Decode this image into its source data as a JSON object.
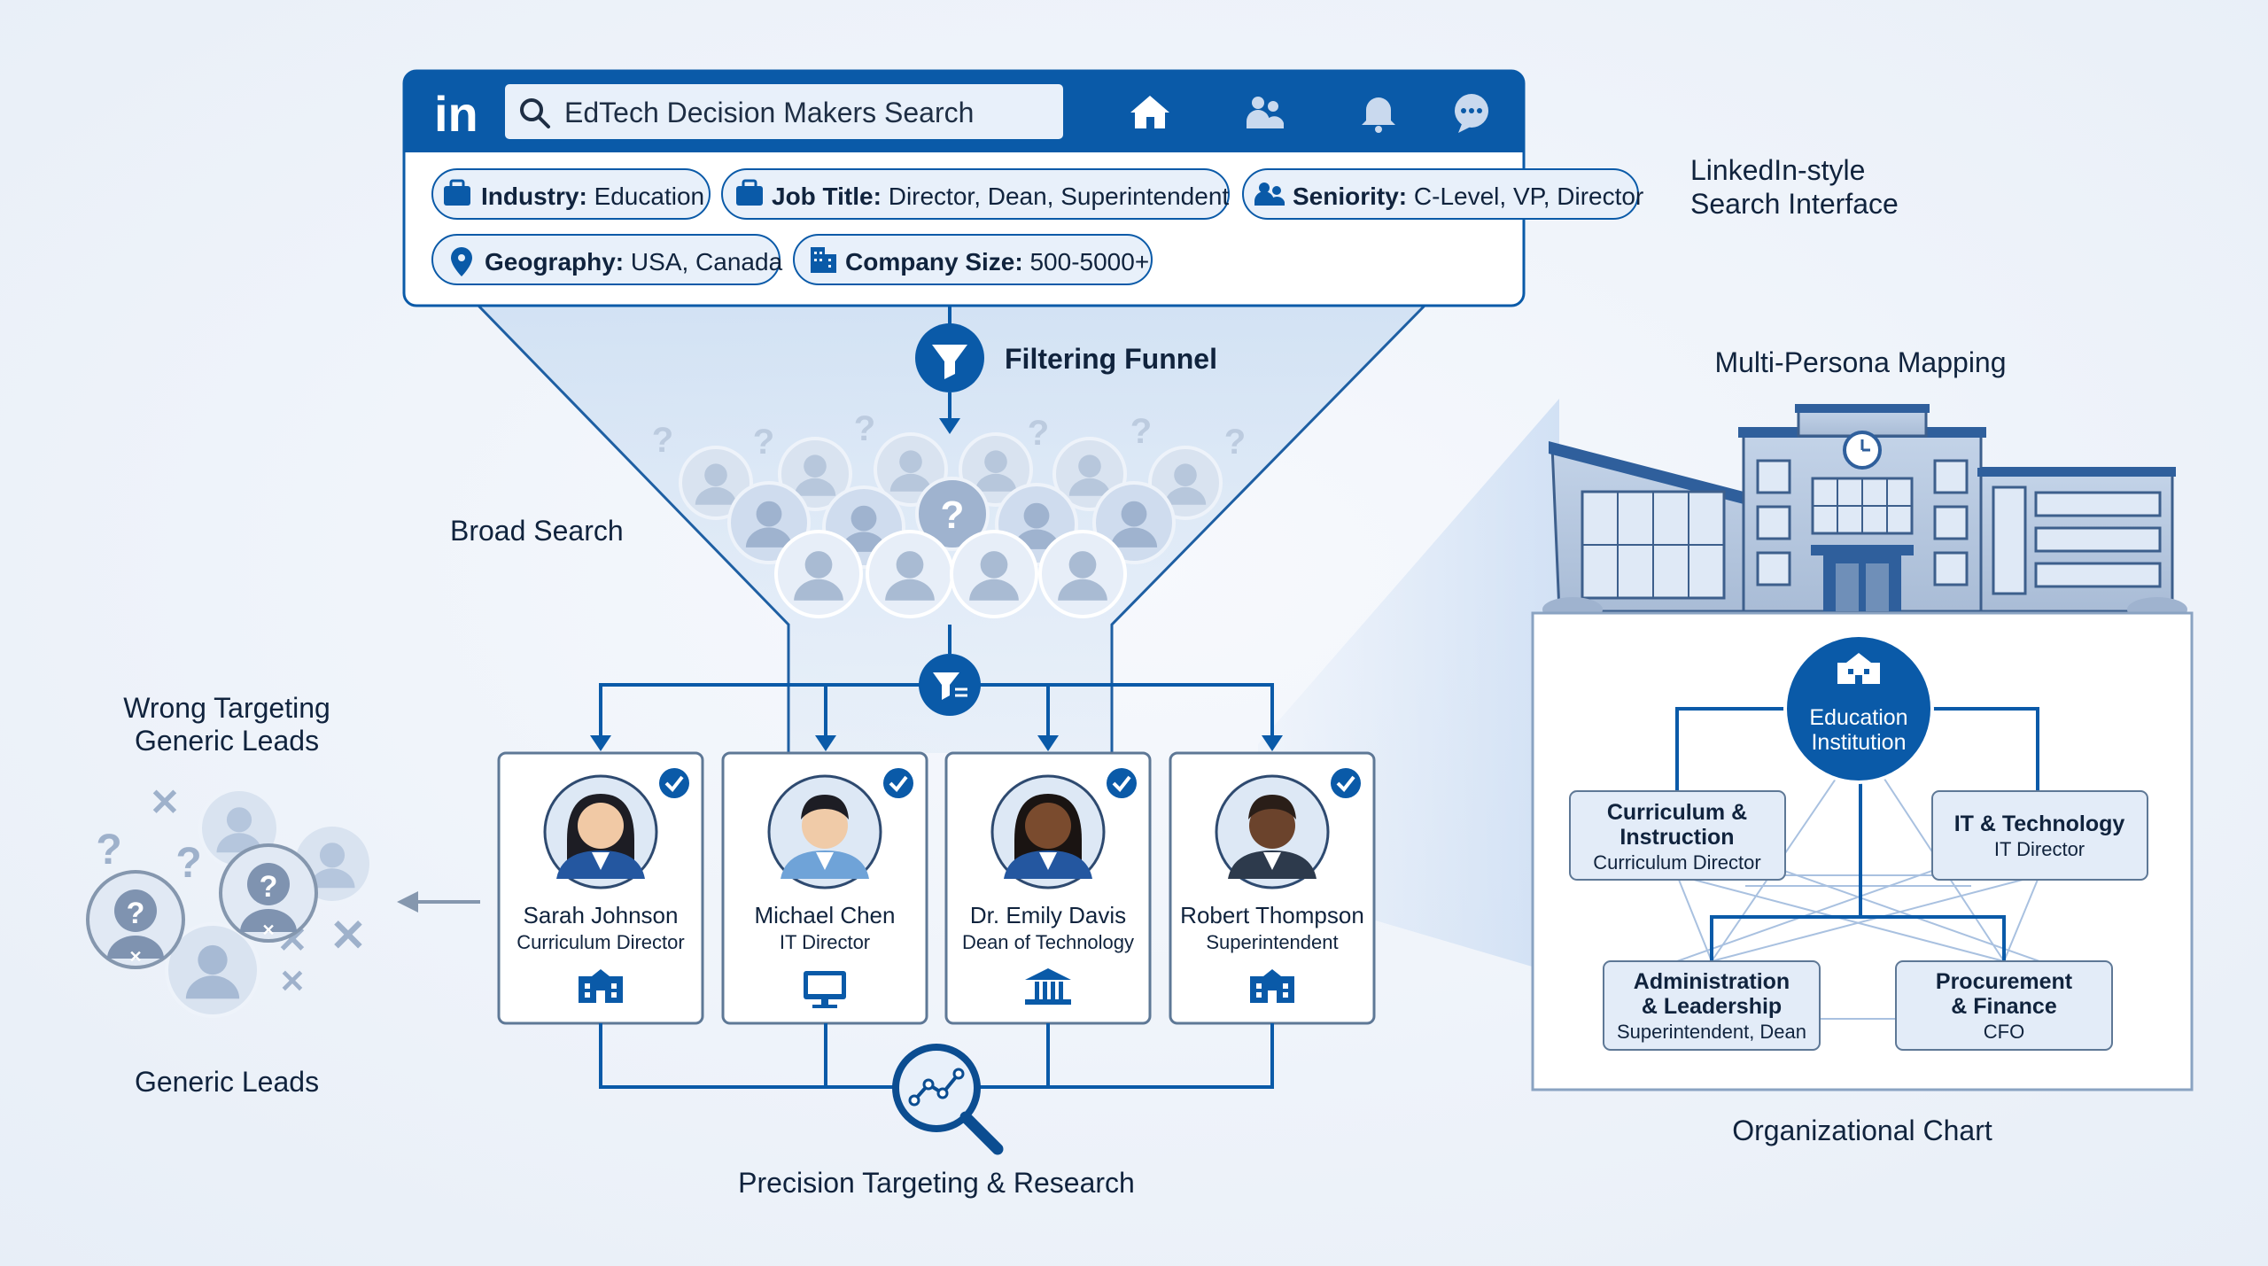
{
  "search_ui": {
    "logo": "in",
    "query": "EdTech Decision Makers Search",
    "nav_icons": [
      "home-icon",
      "people-icon",
      "bell-icon",
      "chat-icon"
    ],
    "filters": [
      {
        "key": "Industry:",
        "value": "Education",
        "icon": "briefcase-icon"
      },
      {
        "key": "Job Title:",
        "value": "Director, Dean, Superintendent",
        "icon": "briefcase-icon"
      },
      {
        "key": "Seniority:",
        "value": "C-Level, VP, Director",
        "icon": "people-icon"
      },
      {
        "key": "Geography:",
        "value": "USA, Canada",
        "icon": "location-pin-icon"
      },
      {
        "key": "Company Size:",
        "value": "500-5000+",
        "icon": "building-icon"
      }
    ],
    "caption_line1": "LinkedIn-style",
    "caption_line2": "Search Interface"
  },
  "funnel": {
    "label": "Filtering Funnel",
    "broad_label": "Broad Search"
  },
  "wrong": {
    "title_line1": "Wrong Targeting",
    "title_line2": "Generic Leads",
    "bottom_label": "Generic Leads"
  },
  "personas": [
    {
      "name": "Sarah Johnson",
      "title": "Curriculum Director",
      "icon": "school-icon"
    },
    {
      "name": "Michael Chen",
      "title": "IT Director",
      "icon": "monitor-icon"
    },
    {
      "name": "Dr. Emily Davis",
      "title": "Dean of Technology",
      "icon": "institution-icon"
    },
    {
      "name": "Robert Thompson",
      "title": "Superintendent",
      "icon": "school-icon"
    }
  ],
  "precision_label": "Precision Targeting & Research",
  "org": {
    "title": "Multi-Persona Mapping",
    "center_line1": "Education",
    "center_line2": "Institution",
    "nodes": [
      {
        "line1": "Curriculum &",
        "line2": "Instruction",
        "role": "Curriculum Director"
      },
      {
        "line1": "IT & Technology",
        "line2": "",
        "role": "IT Director"
      },
      {
        "line1": "Administration",
        "line2": "& Leadership",
        "role": "Superintendent, Dean"
      },
      {
        "line1": "Procurement",
        "line2": "& Finance",
        "role": "CFO"
      }
    ],
    "caption": "Organizational Chart"
  },
  "colors": {
    "brand": "#0a5aa8",
    "dark": "#0b4d91",
    "chip_bg": "#e8f0fa",
    "card_border": "#5e7896",
    "bg": "#edf2f9"
  }
}
